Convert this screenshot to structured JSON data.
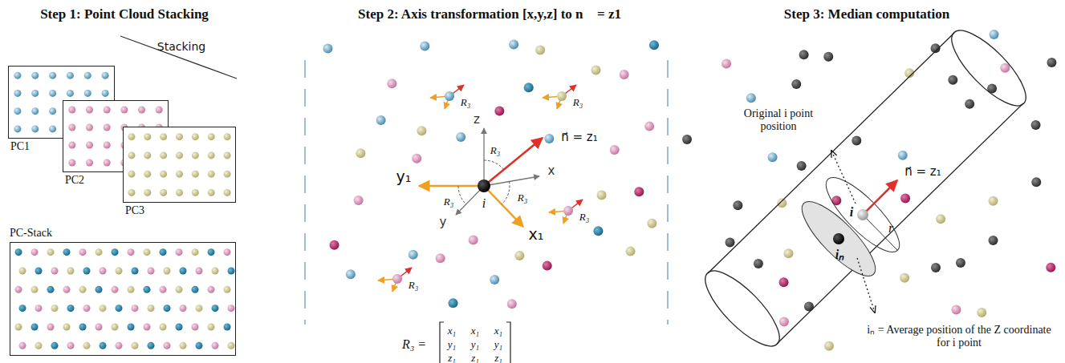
{
  "diagram": {
    "nodes": [
      {
        "text": [
          "PC1"
        ]
      },
      {
        "text": [
          "PC2"
        ]
      },
      {
        "text": [
          "PC3"
        ]
      },
      {
        "text": [
          "PC-Stack"
        ]
      }
    ],
    "labels": [
      "Step 1: Point Cloud Stacking",
      "Step 2: Axis transformation [x,y,z] to n⃗ = z1",
      "Step 3: Median computation",
      "Stacking",
      "z",
      "R₃",
      "n⃗ = z₁",
      "R₃",
      "R₃",
      "y₁",
      "R₃",
      "i",
      "R₃",
      "x",
      "y",
      "x₁",
      "R₃",
      "R₃",
      "R₃ =",
      "x₁",
      "x₁",
      "x₁",
      "y₁",
      "y₁",
      "y₁",
      "z₁",
      "z₁",
      "z₁",
      "Original i point position",
      "n⃗ = z₁",
      "i",
      "r",
      "iₙ",
      "iₙ = Average position of the Z coordinate for i point"
    ]
  }
}
